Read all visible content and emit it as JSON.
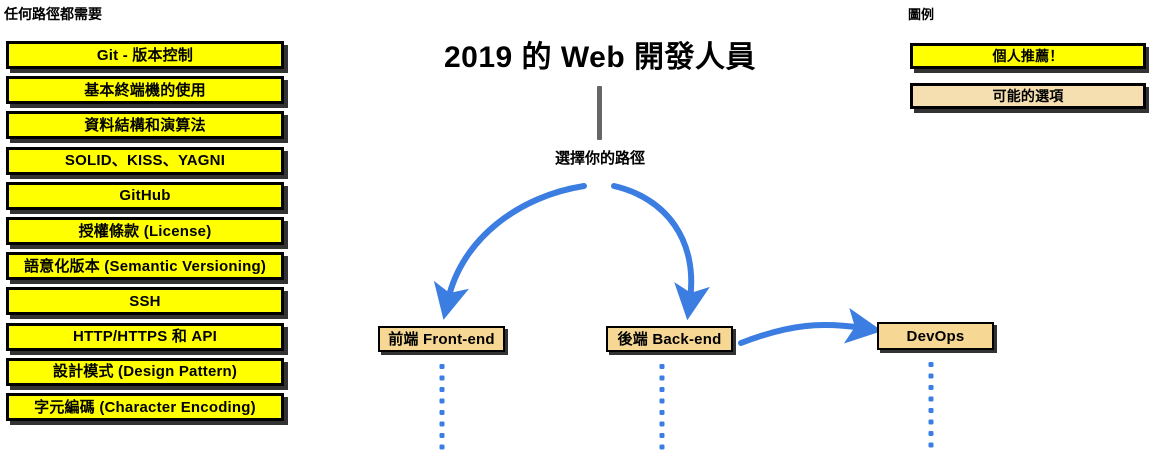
{
  "left_panel": {
    "header": "任何路徑都需要",
    "items": [
      {
        "label": "Git - 版本控制",
        "style": "recommended"
      },
      {
        "label": "基本終端機的使用",
        "style": "recommended"
      },
      {
        "label": "資料結構和演算法",
        "style": "recommended"
      },
      {
        "label": "SOLID、KISS、YAGNI",
        "style": "recommended"
      },
      {
        "label": "GitHub",
        "style": "recommended"
      },
      {
        "label": "授權條款 (License)",
        "style": "recommended"
      },
      {
        "label": "語意化版本 (Semantic Versioning)",
        "style": "recommended"
      },
      {
        "label": "SSH",
        "style": "recommended"
      },
      {
        "label": "HTTP/HTTPS 和 API",
        "style": "recommended"
      },
      {
        "label": "設計模式 (Design Pattern)",
        "style": "recommended"
      },
      {
        "label": "字元編碼 (Character Encoding)",
        "style": "recommended"
      }
    ]
  },
  "center": {
    "title": "2019 的 Web 開發人員",
    "choose_path_label": "選擇你的路徑",
    "nodes": [
      {
        "id": "frontend",
        "label": "前端 Front-end",
        "style": "optional"
      },
      {
        "id": "backend",
        "label": "後端 Back-end",
        "style": "optional"
      },
      {
        "id": "devops",
        "label": "DevOps",
        "style": "optional"
      }
    ],
    "connector_counts": {
      "frontend_dots": 8,
      "backend_dots": 8,
      "devops_dots": 8
    }
  },
  "legend": {
    "title": "圖例",
    "entries": [
      {
        "label": "個人推薦！",
        "style": "recommended",
        "color": "#ffff00"
      },
      {
        "label": "可能的選項",
        "style": "optional",
        "color": "#f5dfb0"
      }
    ]
  },
  "colors": {
    "recommended_fill": "#ffff00",
    "optional_fill": "#f7d794",
    "optional_light_fill": "#f5dfb0",
    "arrow_blue": "#3b7de0",
    "trunk_gray": "#666666",
    "border_black": "#000000",
    "background": "#ffffff"
  },
  "icons": {
    "arrow_down_left": "curved-arrow-down-left-icon",
    "arrow_down_right": "curved-arrow-down-right-icon",
    "arrow_right": "curved-arrow-right-icon",
    "dotted_trail": "dotted-trail-icon"
  }
}
